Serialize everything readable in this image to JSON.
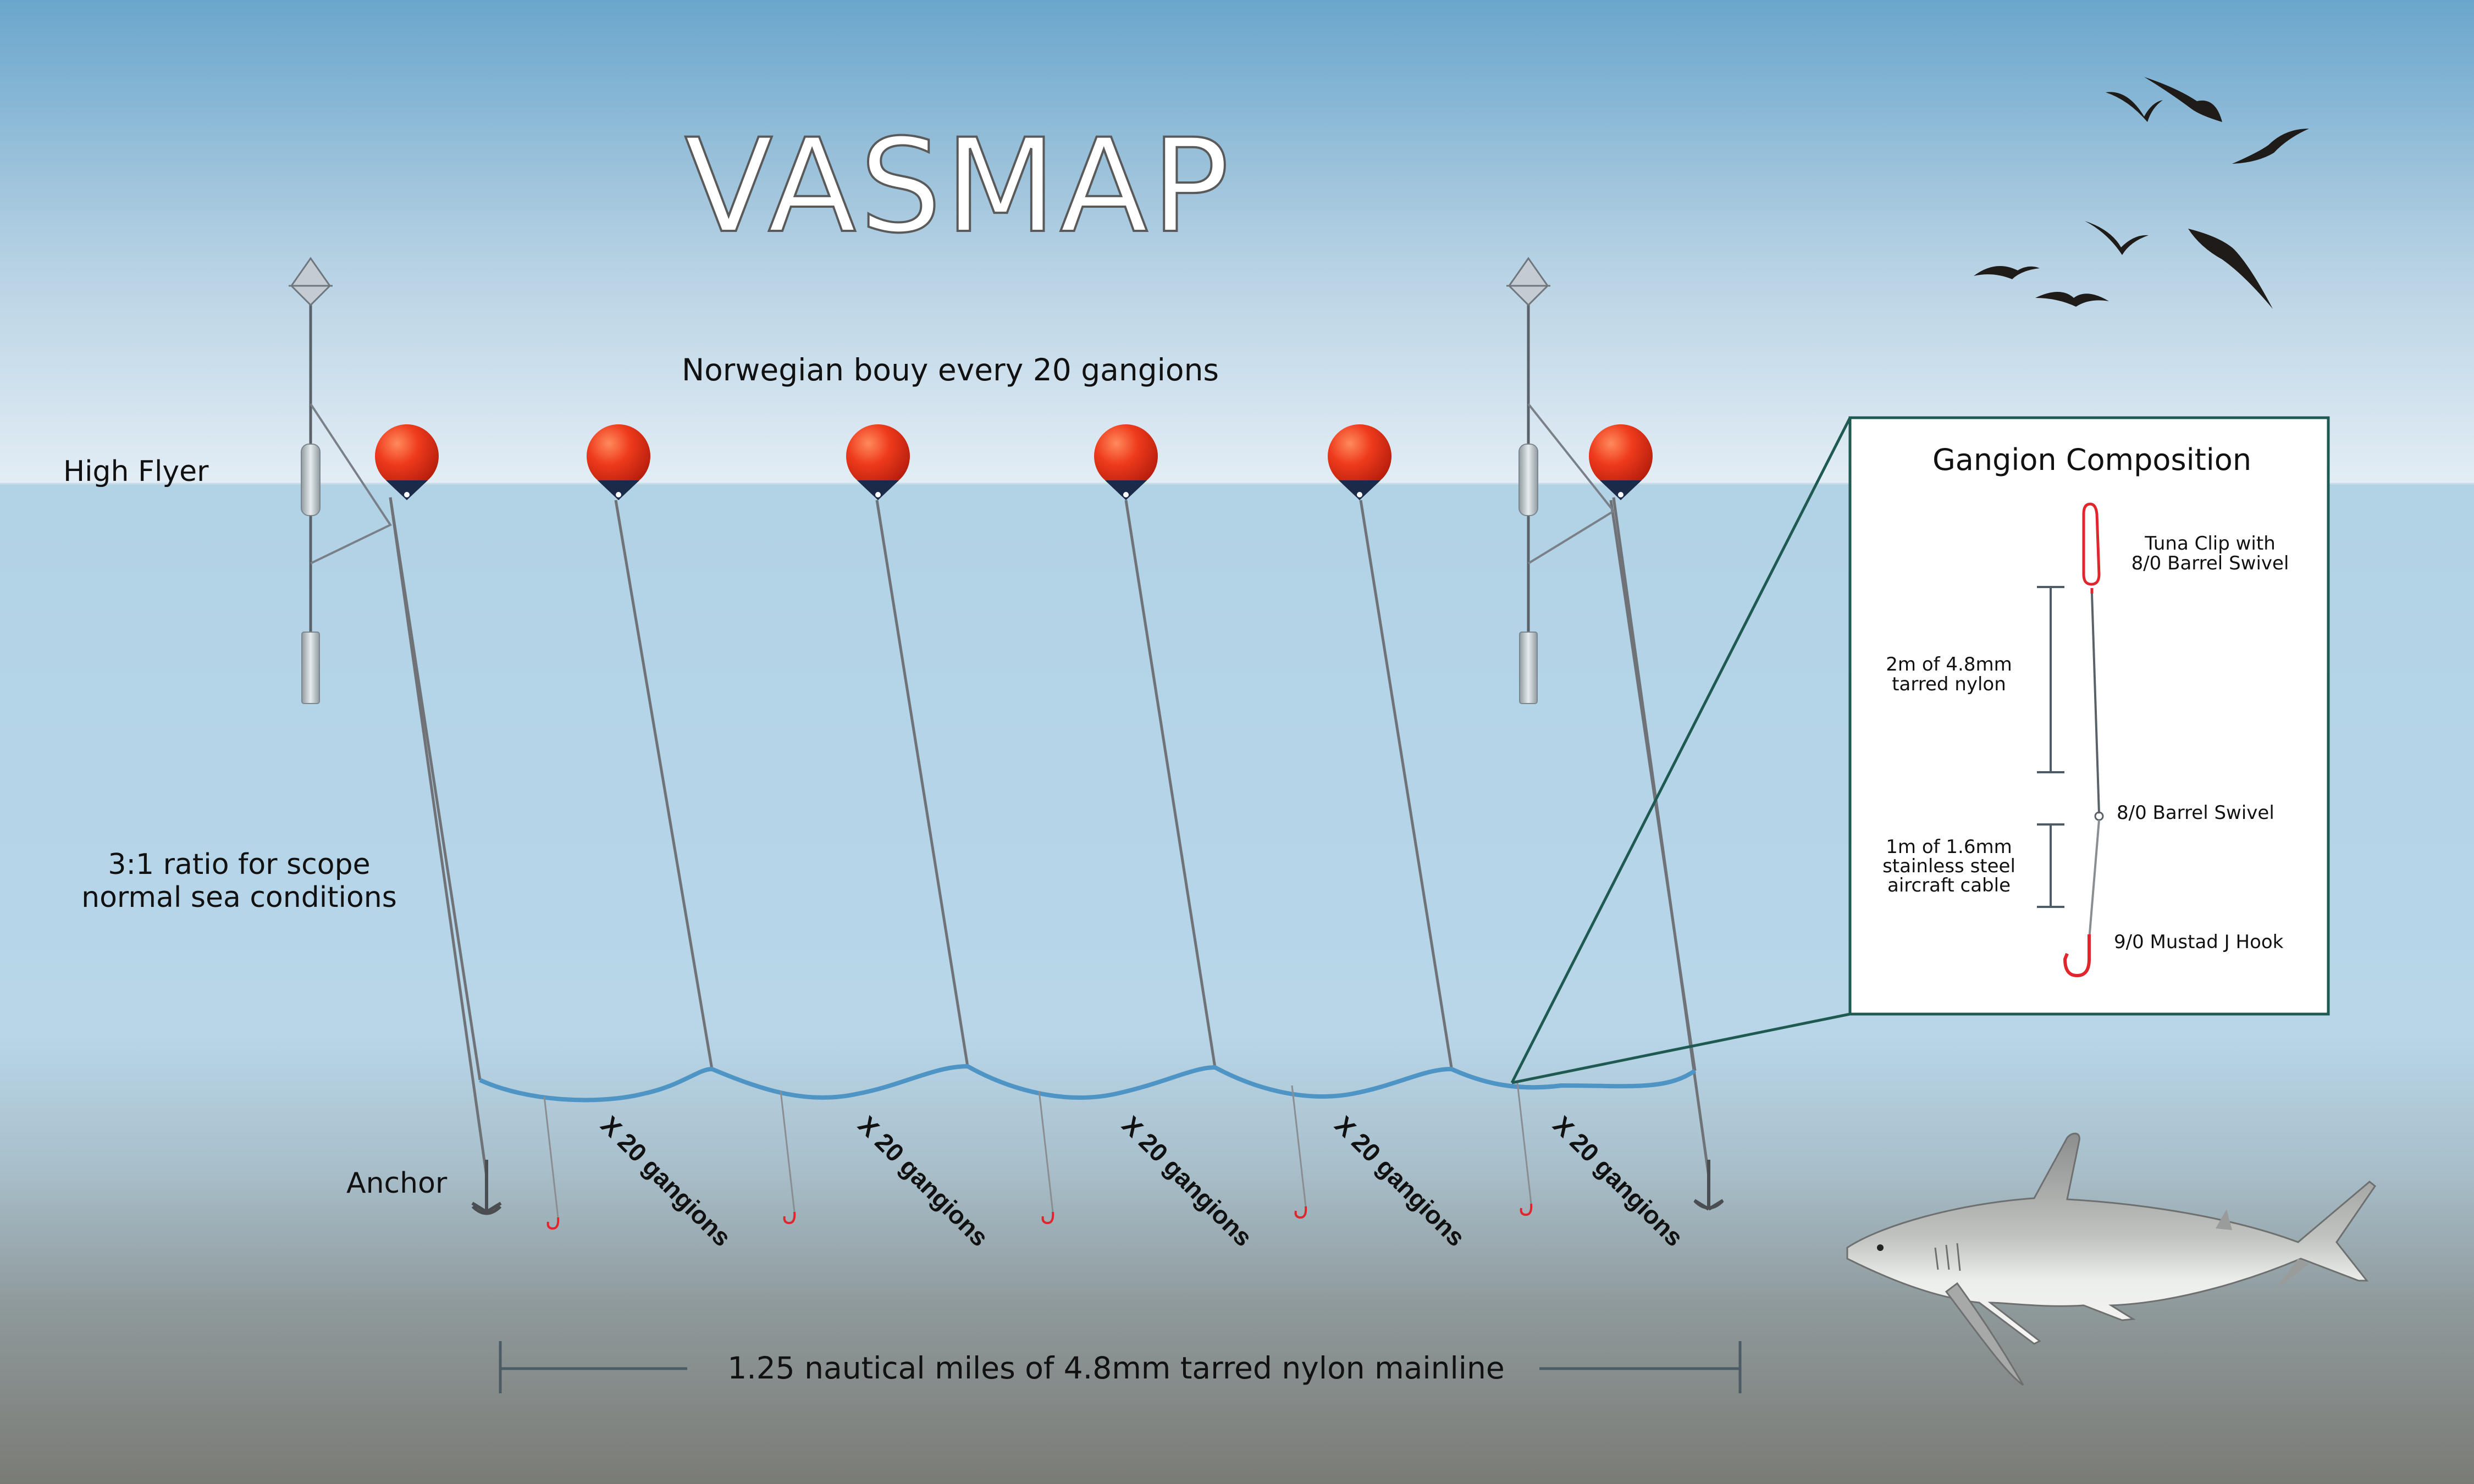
{
  "title": "VASMAP",
  "labels": {
    "norwegian_buoy": "Norwegian bouy every 20 gangions",
    "high_flyer": "High Flyer",
    "scope_line1": "3:1 ratio for scope",
    "scope_line2": "normal sea conditions",
    "anchor": "Anchor",
    "mainline": "1.25 nautical miles of 4.8mm tarred nylon mainline",
    "gangion_sets": [
      "X 20 gangions",
      "X 20 gangions",
      "X 20 gangions",
      "X 20 gangions",
      "X 20 gangions"
    ]
  },
  "gangion_box": {
    "title": "Gangion Composition",
    "tuna_clip_line1": "Tuna Clip with",
    "tuna_clip_line2": "8/0 Barrel Swivel",
    "nylon_line1": "2m of 4.8mm",
    "nylon_line2": "tarred nylon",
    "barrel_swivel": "8/0 Barrel Swivel",
    "cable_line1": "1m of 1.6mm",
    "cable_line2": "stainless steel",
    "cable_line3": "aircraft cable",
    "hook": "9/0 Mustad J Hook"
  },
  "colors": {
    "sky_top": "#6aa6cc",
    "sky_horizon": "#e3edf5",
    "water_surface": "#b2d2e6",
    "sea_floor": "#7c7d78",
    "buoy_red": "#ee3a1c",
    "mainline_blue": "#4e95c6",
    "box_border": "#1e5a52",
    "hook_red": "#e0262c"
  }
}
